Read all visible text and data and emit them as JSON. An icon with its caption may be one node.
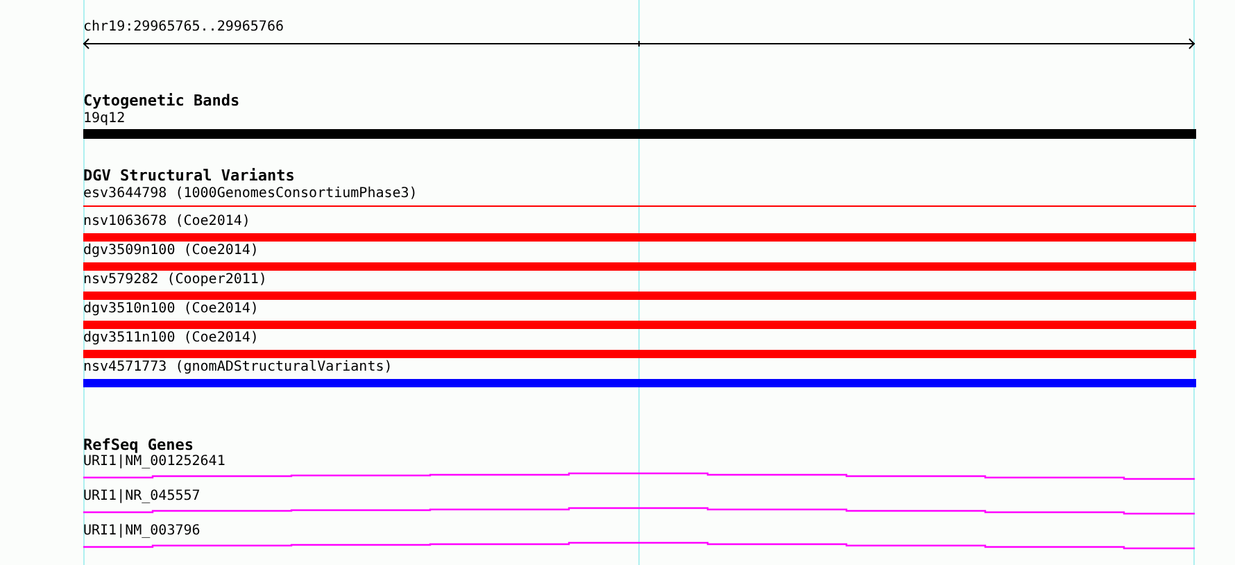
{
  "diagram": {
    "labels": [
      "chr19:29965765..29965766",
      "Cytogenetic Bands",
      "19q12",
      "DGV Structural Variants",
      "esv3644798 (1000GenomesConsortiumPhase3)",
      "nsv1063678 (Coe2014)",
      "dgv3509n100 (Coe2014)",
      "nsv579282 (Cooper2011)",
      "dgv3510n100 (Coe2014)",
      "dgv3511n100 (Coe2014)",
      "nsv4571773 (gnomADStructuralVariants)",
      "RefSeq Genes",
      "URI1|NM_001252641",
      "URI1|NR_045557",
      "URI1|NM_003796"
    ]
  }
}
